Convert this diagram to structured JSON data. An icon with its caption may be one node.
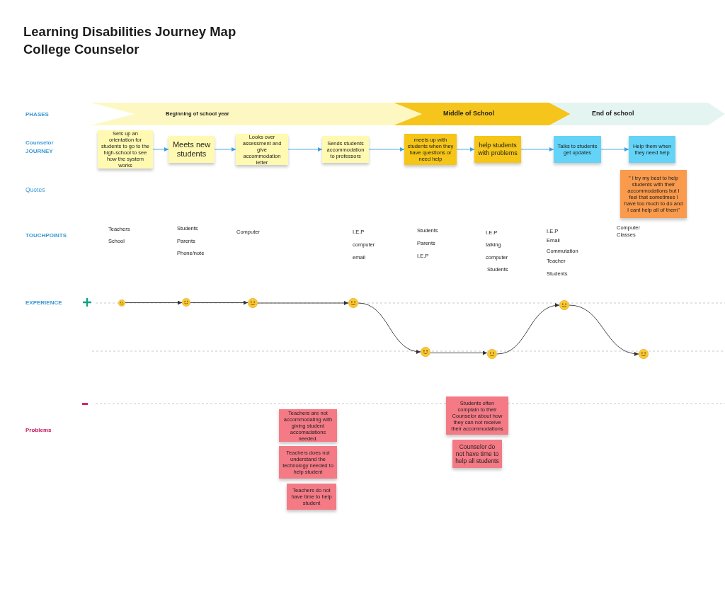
{
  "diagram": {
    "title": "Learning Disabilities Journey Map",
    "nodes": [
      {
        "text": [
          "Beginning of school year"
        ]
      },
      {
        "text": [
          "Middle of School"
        ]
      },
      {
        "text": [
          "End of school"
        ]
      },
      {
        "text": [
          "Sets up an orientation for students to go to the high-school to see how the system works"
        ]
      },
      {
        "text": [
          "Meets new students"
        ]
      },
      {
        "text": [
          "Looks over assessment and give accommodation letter"
        ]
      },
      {
        "text": [
          "Sends students accommodation to professors"
        ]
      },
      {
        "text": [
          "meets up with students when they have questions or need help"
        ]
      },
      {
        "text": [
          "help students with problems"
        ]
      },
      {
        "text": [
          "Talks to students get updates"
        ]
      },
      {
        "text": [
          "Help them when they need help"
        ]
      },
      {
        "text": [
          "\" I try my best to help students with their accommodations but I feel that sometimes I have too much to do and I cant help all of them\""
        ]
      },
      {
        "text": [
          "Teachers are not accommodating with giving student accomadations needed."
        ]
      },
      {
        "text": [
          "Teachers does not understand the technology needed to help student"
        ]
      },
      {
        "text": [
          "Teachers do not have time to help student"
        ]
      },
      {
        "text": [
          "Students often complain to their Counselor about how they can not receive their accommodations"
        ]
      },
      {
        "text": [
          "Counselor do not have time to help all students"
        ]
      },
      {
        "text": [],
        "shape": "circle"
      },
      {
        "text": [],
        "shape": "circle"
      },
      {
        "text": [],
        "shape": "circle"
      },
      {
        "text": [],
        "shape": "circle"
      },
      {
        "text": [],
        "shape": "circle"
      },
      {
        "text": [],
        "shape": "circle"
      },
      {
        "text": [],
        "shape": "circle"
      },
      {
        "text": [],
        "shape": "circle"
      }
    ],
    "edges": [
      {
        "from": 3,
        "to": 4,
        "arrow": "to",
        "color": "#3d9fe0"
      },
      {
        "from": 4,
        "to": 5,
        "arrow": "to",
        "color": "#3d9fe0"
      },
      {
        "from": 5,
        "to": 6,
        "arrow": "to",
        "color": "#3d9fe0"
      },
      {
        "from": 6,
        "to": 7,
        "arrow": "to",
        "color": "#3d9fe0"
      },
      {
        "from": 7,
        "to": 8,
        "arrow": "to",
        "color": "#3d9fe0"
      },
      {
        "from": 8,
        "to": 9,
        "arrow": "to",
        "color": "#3d9fe0"
      },
      {
        "from": 9,
        "to": 10,
        "arrow": "to",
        "color": "#3d9fe0"
      },
      {
        "from": 17,
        "to": 18,
        "arrow": "to",
        "color": "#333333"
      },
      {
        "from": 18,
        "to": 19,
        "arrow": "to",
        "color": "#333333"
      },
      {
        "from": 19,
        "to": 20,
        "arrow": "to",
        "color": "#333333"
      },
      {
        "from": 20,
        "to": 21,
        "arrow": "to",
        "color": "#333333"
      },
      {
        "from": 21,
        "to": 22,
        "arrow": "to",
        "color": "#333333"
      },
      {
        "from": 22,
        "to": 23,
        "arrow": "to",
        "color": "#333333"
      },
      {
        "from": 23,
        "to": 24,
        "arrow": "to",
        "color": "#333333"
      }
    ],
    "labels": [
      "College Counselor",
      "PHASES",
      "Counselor JOURNEY",
      "Quotes",
      "TOUCHPOINTS",
      "Teachers",
      "School",
      "Students",
      "Parents",
      "Phone/note",
      "Computer",
      "I.E.P",
      "computer",
      "email",
      "Students",
      "Parents",
      "I.E.P",
      "I.E.P",
      "talking",
      "computer",
      "Students",
      "I.E.P",
      "Email",
      "Commutation",
      "Teacher",
      "Students",
      "Computer Classes",
      "EXPERIENCE",
      "Problems"
    ]
  }
}
